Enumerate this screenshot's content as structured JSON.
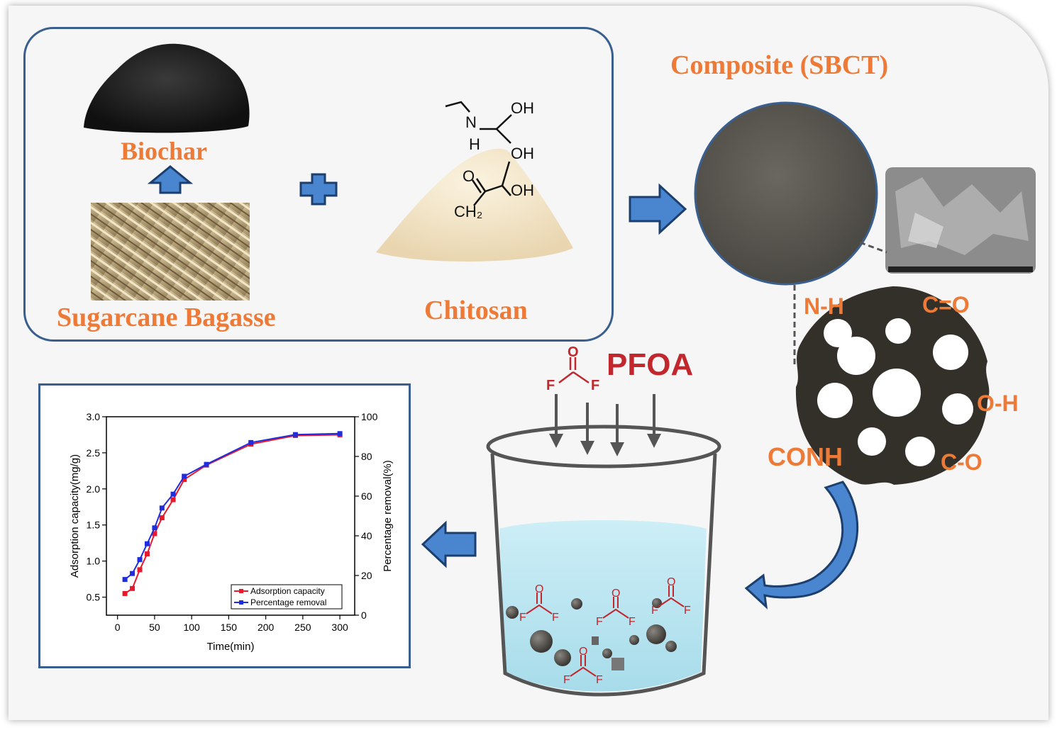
{
  "labels": {
    "biochar": "Biochar",
    "bagasse": "Sugarcane  Bagasse",
    "chitosan": "Chitosan",
    "composite": "Composite (SBCT)",
    "pfoa": "PFOA"
  },
  "functional_groups": {
    "nh": "N-H",
    "co_double": "C=O",
    "oh": "O-H",
    "conh": "CONH",
    "c_o": "C-O"
  },
  "chitosan_structure": {
    "oh1": "OH",
    "oh2": "OH",
    "oh3": "OH",
    "n": "N",
    "h": "H",
    "o": "O",
    "ch2": "CH₂"
  },
  "pfoa_structure": {
    "o": "O",
    "f": "F"
  },
  "colors": {
    "accent_orange": "#ee7a38",
    "frame_blue": "#3a5f8f",
    "arrow_blue": "#4a86d0",
    "pfoa_red": "#c1272d",
    "series_red": "#e8192c",
    "series_blue": "#1f2ddb",
    "water": "#b9e4f0"
  },
  "chart_data": {
    "type": "line",
    "xlabel": "Time(min)",
    "ylabel": "Adsorption capacity(mg/g)",
    "y2label": "Percentage  removal(%)",
    "xlim": [
      -15,
      320
    ],
    "ylim": [
      0.25,
      3.0
    ],
    "y2lim": [
      0,
      100
    ],
    "xticks": [
      0,
      50,
      100,
      150,
      200,
      250,
      300
    ],
    "yticks": [
      0.5,
      1.0,
      1.5,
      2.0,
      2.5,
      3.0
    ],
    "y2ticks": [
      0,
      20,
      40,
      60,
      80,
      100
    ],
    "x": [
      10,
      20,
      30,
      40,
      50,
      60,
      75,
      90,
      120,
      180,
      240,
      300
    ],
    "legend_position": "bottom-right",
    "series": [
      {
        "name": "Adsorption capacity",
        "axis": "left",
        "values": [
          0.55,
          0.62,
          0.88,
          1.1,
          1.38,
          1.6,
          1.85,
          2.13,
          2.33,
          2.62,
          2.74,
          2.75
        ]
      },
      {
        "name": "Percentage removal",
        "axis": "right",
        "values": [
          18,
          21,
          28,
          36,
          44,
          54,
          61,
          70,
          76,
          87,
          91,
          91.5
        ]
      }
    ]
  }
}
